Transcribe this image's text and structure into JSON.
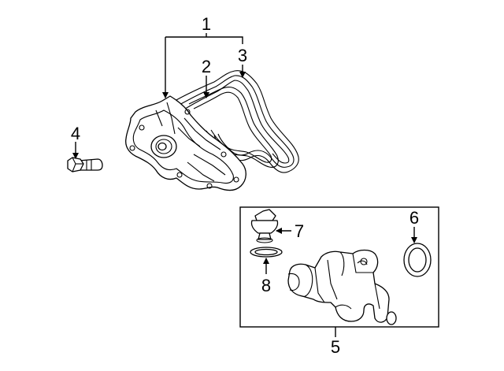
{
  "callouts": {
    "c1": "1",
    "c2": "2",
    "c3": "3",
    "c4": "4",
    "c5": "5",
    "c6": "6",
    "c7": "7",
    "c8": "8"
  },
  "colors": {
    "line": "#000000",
    "background": "#ffffff"
  },
  "parts": [
    "water-pump",
    "pump-gasket",
    "outer-gasket",
    "bolt",
    "thermostat-housing",
    "housing-seal",
    "thermostat",
    "thermostat-gasket"
  ]
}
